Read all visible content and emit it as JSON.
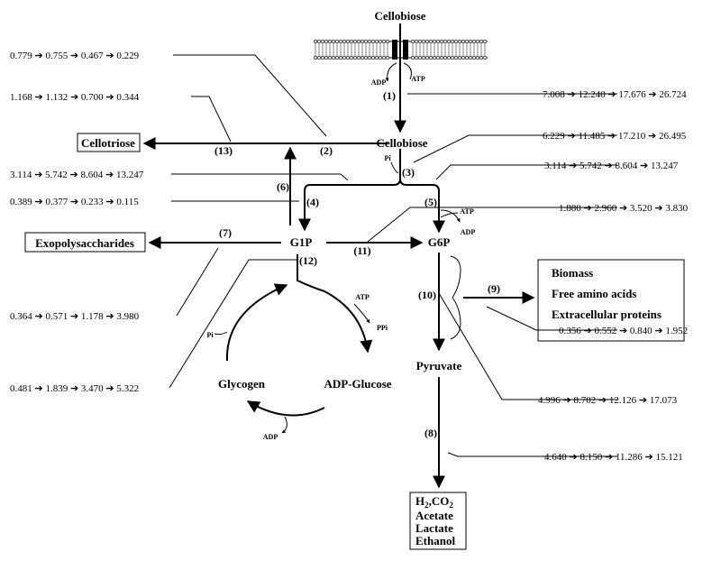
{
  "metabolites": {
    "cellobiose_out": "Cellobiose",
    "cellobiose_in": "Cellobiose",
    "g1p": "G1P",
    "g6p": "G6P",
    "pyruvate": "Pyruvate",
    "glycogen": "Glycogen",
    "adp_glucose": "ADP-Glucose"
  },
  "products": {
    "cellotriose": "Cellotriose",
    "exopolysaccharides": "Exopolysaccharides",
    "biomass_lines": [
      "Biomass",
      "Free amino acids",
      "Extracellular proteins"
    ],
    "fermentation_line1_prefix": "H",
    "fermentation_line1_sub": "2",
    "fermentation_line1_mid": ",CO",
    "fermentation_line1_sub2": "2",
    "fermentation_lines": [
      "Acetate",
      "Lactate",
      "Ethanol"
    ]
  },
  "cofactors": {
    "adp_transport": "ADP",
    "atp_transport": "ATP",
    "pi_step3": "Pi",
    "atp_step5": "ATP",
    "adp_step5": "ADP",
    "atp_glycogen": "ATP",
    "ppi_glycogen": "PPi",
    "pi_glycogen": "Pi",
    "adp_glycogen": "ADP"
  },
  "steps": [
    "(1)",
    "(2)",
    "(3)",
    "(4)",
    "(5)",
    "(6)",
    "(7)",
    "(8)",
    "(9)",
    "(10)",
    "(11)",
    "(12)",
    "(13)"
  ],
  "fluxes": [
    {
      "step": "(2)",
      "values": [
        "0.779",
        "0.755",
        "0.467",
        "0.229"
      ]
    },
    {
      "step": "(13)",
      "values": [
        "1.168",
        "1.132",
        "0.700",
        "0.344"
      ]
    },
    {
      "step": "(1)",
      "values": [
        "7.008",
        "12.240",
        "17.676",
        "26.724"
      ]
    },
    {
      "step": "(3)",
      "values": [
        "6.229",
        "11.485",
        "17.210",
        "26.495"
      ]
    },
    {
      "step": "(4)",
      "values": [
        "3.114",
        "5.742",
        "8.604",
        "13.247"
      ]
    },
    {
      "step": "(5)",
      "values": [
        "3.114",
        "5.742",
        "8.604",
        "13.247"
      ]
    },
    {
      "step": "(6)",
      "values": [
        "0.389",
        "0.377",
        "0.233",
        "0.115"
      ]
    },
    {
      "step": "(11)",
      "values": [
        "1.880",
        "2.960",
        "3.520",
        "3.830"
      ]
    },
    {
      "step": "(7)",
      "values": [
        "0.364",
        "0.571",
        "1.178",
        "3.980"
      ]
    },
    {
      "step": "(9)",
      "values": [
        "0.356",
        "0.552",
        "0.840",
        "1.952"
      ]
    },
    {
      "step": "(12)",
      "values": [
        "0.481",
        "1.839",
        "3.470",
        "5.322"
      ]
    },
    {
      "step": "(10)",
      "values": [
        "4.996",
        "8.702",
        "12.126",
        "17.073"
      ]
    },
    {
      "step": "(8)",
      "values": [
        "4.640",
        "8.150",
        "11.286",
        "15.121"
      ]
    }
  ],
  "arrow_glyph": "➔"
}
